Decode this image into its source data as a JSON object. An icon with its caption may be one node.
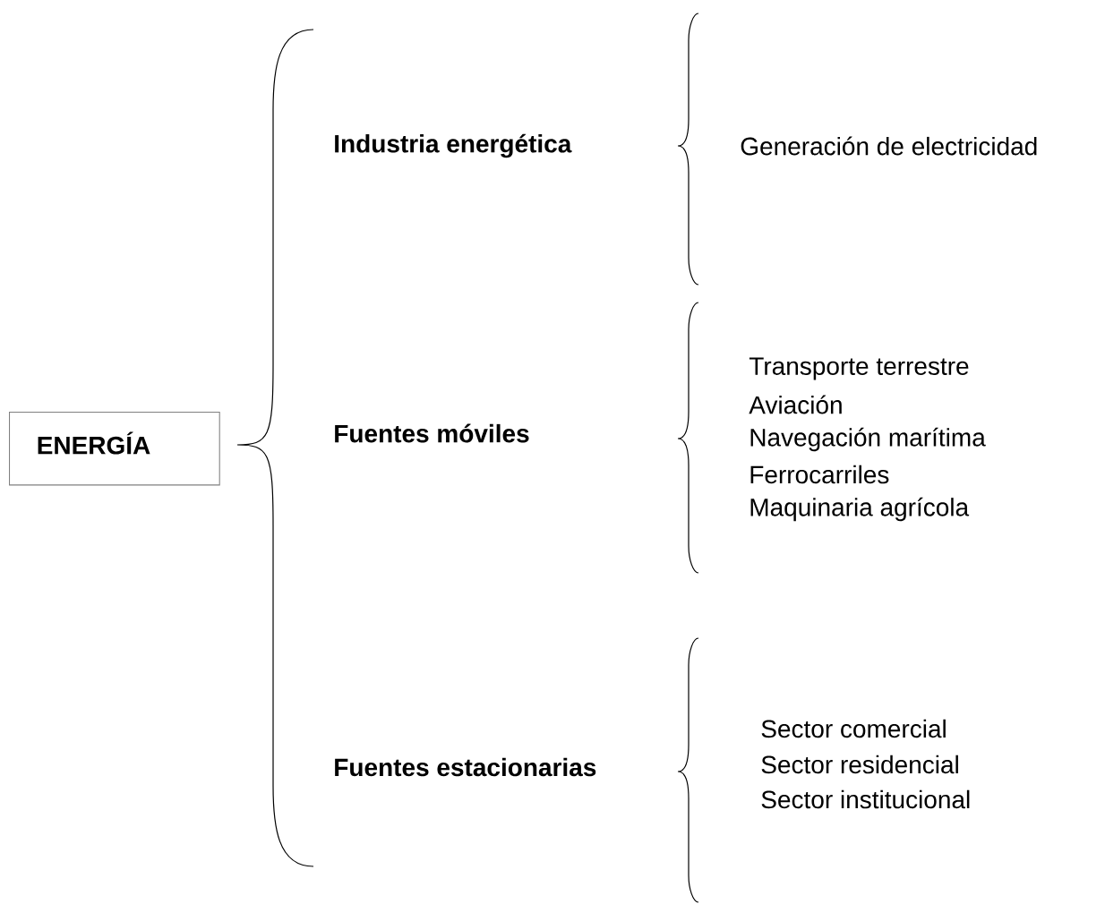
{
  "diagram": {
    "nodes": [
      {
        "text": [
          "ENERGÍA"
        ]
      }
    ],
    "labels": [
      "Industria energética",
      "Generación de electricidad",
      "Transporte terrestre",
      "Aviación",
      "Fuentes móviles",
      "Navegación marítima",
      "Ferrocarriles",
      "Maquinaria agrícola",
      "Sector comercial",
      "Sector residencial",
      "Fuentes estacionarias",
      "Sector institucional"
    ]
  }
}
